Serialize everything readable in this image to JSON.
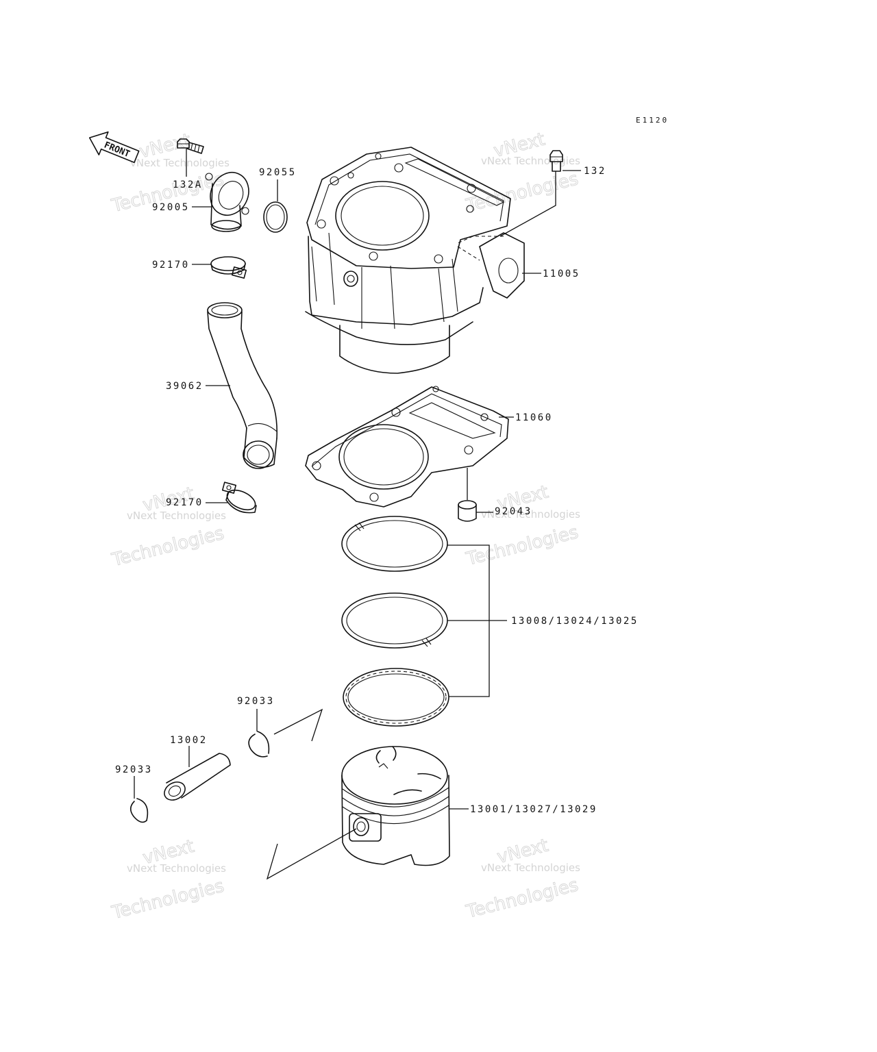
{
  "diagram": {
    "code": "E1120",
    "front_label": "FRONT",
    "watermark_small": "vNext Technologies",
    "watermark_big_line1": "vNext",
    "watermark_big_line2": "Technologies",
    "callouts": {
      "bolt_132a": "132A",
      "elbow_92005": "92005",
      "oring_92055": "92055",
      "clamp_92170_top": "92170",
      "hose_39062": "39062",
      "clamp_92170_bottom": "92170",
      "bolt_132": "132",
      "cylinder_11005": "11005",
      "gasket_11060": "11060",
      "dowel_92043": "92043",
      "rings": "13008/13024/13025",
      "circlip_92033_right": "92033",
      "pin_13002": "13002",
      "circlip_92033_left": "92033",
      "piston": "13001/13027/13029"
    }
  }
}
